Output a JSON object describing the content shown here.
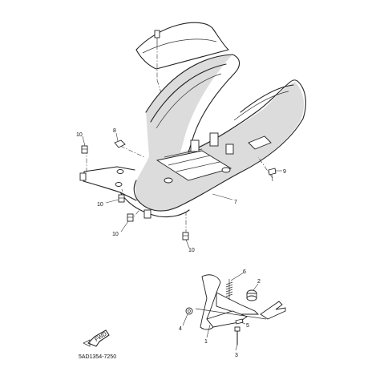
{
  "diagram_code": "5AD1354-7250",
  "fwd_label": "FWD",
  "callouts": [
    {
      "id": "c10a",
      "text": "10"
    },
    {
      "id": "c8",
      "text": "8"
    },
    {
      "id": "c9",
      "text": "9"
    },
    {
      "id": "c7",
      "text": "7"
    },
    {
      "id": "c10b",
      "text": "10"
    },
    {
      "id": "c10c",
      "text": "10"
    },
    {
      "id": "c10d",
      "text": "10"
    },
    {
      "id": "c6",
      "text": "6"
    },
    {
      "id": "c2",
      "text": "2"
    },
    {
      "id": "c4",
      "text": "4"
    },
    {
      "id": "c5",
      "text": "5"
    },
    {
      "id": "c1",
      "text": "1"
    },
    {
      "id": "c3",
      "text": "3"
    }
  ]
}
